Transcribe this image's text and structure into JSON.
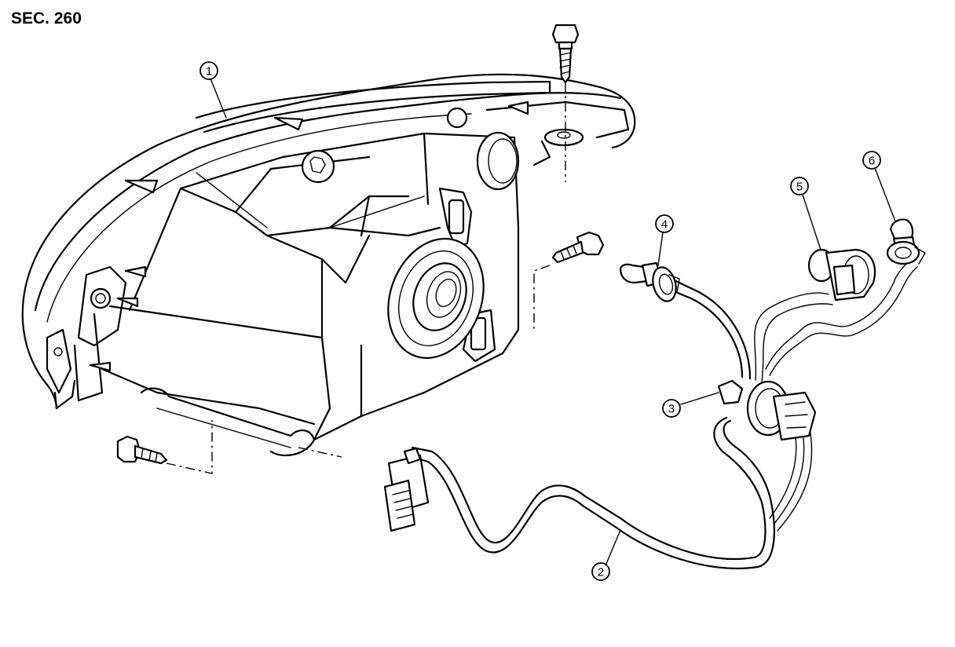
{
  "section_label": "SEC. 260",
  "callouts": [
    {
      "number": "1",
      "part": "headlamp-housing"
    },
    {
      "number": "2",
      "part": "harness"
    },
    {
      "number": "3",
      "part": "bulb-socket-3"
    },
    {
      "number": "4",
      "part": "bulb-4"
    },
    {
      "number": "5",
      "part": "bulb-5"
    },
    {
      "number": "6",
      "part": "bulb-6"
    }
  ]
}
